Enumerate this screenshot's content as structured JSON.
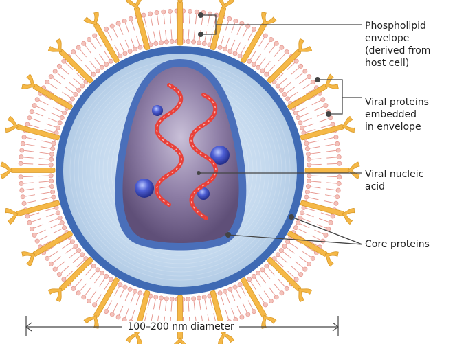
{
  "labels": {
    "phospholipid": [
      "Phospholipid",
      "envelope",
      "(derived from",
      "host cell)"
    ],
    "viral_proteins": [
      "Viral proteins",
      "embedded",
      "in envelope"
    ],
    "nucleic_acid": [
      "Viral nucleic",
      "acid"
    ],
    "core_proteins": [
      "Core proteins"
    ]
  },
  "scale": {
    "text": "100–200 nm diameter"
  },
  "colors": {
    "envelope_stroke": "#e79a92",
    "envelope_head": "#f3c2bb",
    "spike": "#f5b847",
    "spike_edge": "#d99a2a",
    "capsid_outer": "#3f6ab4",
    "capsid_fill": "#c9def0",
    "core_ring": "#4a6fba",
    "core_fill": "#7d6b93",
    "nucleic_acid": "#e8413a",
    "leader": "#444444"
  }
}
